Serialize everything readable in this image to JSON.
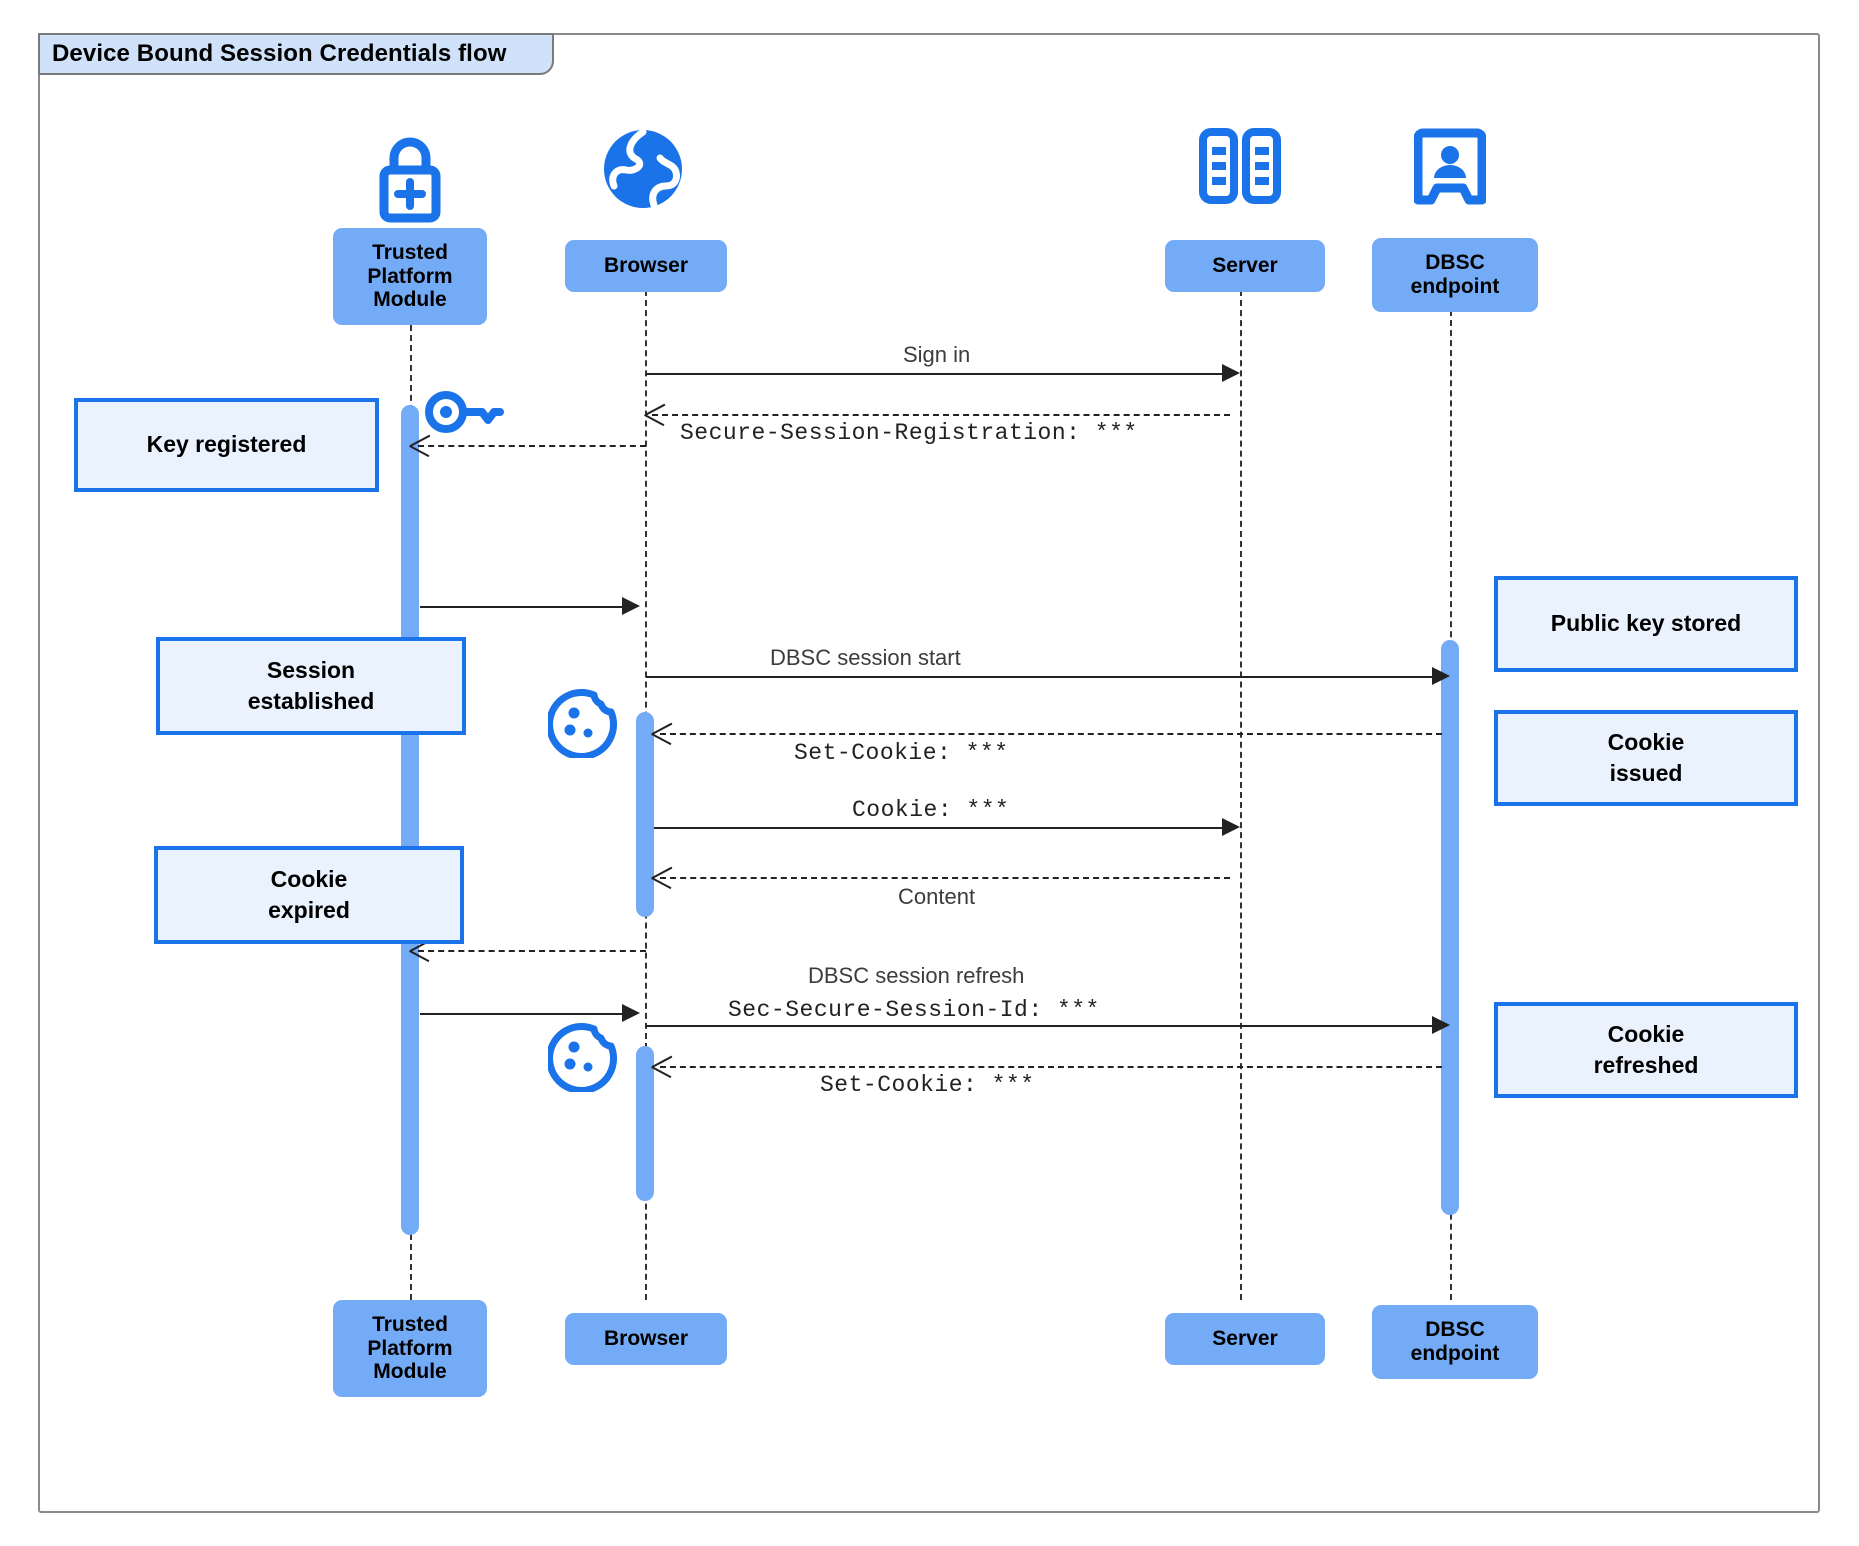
{
  "diagram": {
    "title": "Device Bound Session Credentials flow",
    "type": "uml-sequence-diagram",
    "colors": {
      "participant_fill": "#74abf7",
      "note_fill": "#eaf2fd",
      "note_border": "#1a73e8",
      "icon_blue": "#1a73e8",
      "title_tab_fill": "#cfe2fa",
      "frame_border": "#8a8a8a",
      "line": "#222222"
    }
  },
  "participants": [
    {
      "id": "tpm",
      "label": "Trusted\nPlatform\nModule",
      "label_top": "Trusted Platform Module",
      "icon": "padlock-plus-icon"
    },
    {
      "id": "browser",
      "label": "Browser",
      "label_top": "Browser",
      "icon": "globe-icon"
    },
    {
      "id": "server",
      "label": "Server",
      "label_top": "Server",
      "icon": "server-racks-icon"
    },
    {
      "id": "dbsc",
      "label": "DBSC\nendpoint",
      "label_top": "DBSC endpoint",
      "icon": "id-badge-icon"
    }
  ],
  "participant_labels": {
    "tpm_l1": "Trusted",
    "tpm_l2": "Platform",
    "tpm_l3": "Module",
    "browser": "Browser",
    "server": "Server",
    "dbsc_l1": "DBSC",
    "dbsc_l2": "endpoint"
  },
  "messages": [
    {
      "id": "m1",
      "from": "browser",
      "to": "server",
      "label": "Sign in",
      "style": "solid",
      "font": "sans"
    },
    {
      "id": "m2",
      "from": "server",
      "to": "browser",
      "label": "Secure-Session-Registration: ***",
      "style": "dashed",
      "font": "mono"
    },
    {
      "id": "m3",
      "from": "browser",
      "to": "tpm",
      "label": "",
      "style": "dashed",
      "font": "sans"
    },
    {
      "id": "m4",
      "from": "tpm",
      "to": "browser",
      "label": "",
      "style": "solid",
      "font": "sans"
    },
    {
      "id": "m5",
      "from": "browser",
      "to": "dbsc",
      "label": "DBSC session start",
      "style": "solid",
      "font": "sans"
    },
    {
      "id": "m6",
      "from": "dbsc",
      "to": "browser",
      "label": "Set-Cookie: ***",
      "style": "dashed",
      "font": "mono"
    },
    {
      "id": "m7",
      "from": "browser",
      "to": "server",
      "label": "Cookie: ***",
      "style": "solid",
      "font": "mono"
    },
    {
      "id": "m8",
      "from": "server",
      "to": "browser",
      "label": "Content",
      "style": "dashed",
      "font": "sans"
    },
    {
      "id": "m9",
      "from": "browser",
      "to": "tpm",
      "label": "",
      "style": "dashed",
      "font": "sans"
    },
    {
      "id": "m10",
      "from": "tpm",
      "to": "browser",
      "label": "",
      "style": "solid",
      "font": "sans"
    },
    {
      "id": "m11",
      "from": "browser",
      "to": "dbsc",
      "label_line1": "DBSC session refresh",
      "label_line2": "Sec-Secure-Session-Id: ***",
      "style": "solid",
      "font": "mixed"
    },
    {
      "id": "m12",
      "from": "dbsc",
      "to": "browser",
      "label": "Set-Cookie: ***",
      "style": "dashed",
      "font": "mono"
    }
  ],
  "message_labels": {
    "sign_in": "Sign in",
    "secure_session_registration": "Secure-Session-Registration: ***",
    "dbsc_session_start": "DBSC session start",
    "set_cookie_1": "Set-Cookie: ***",
    "cookie": "Cookie: ***",
    "content": "Content",
    "dbsc_session_refresh": "DBSC session refresh",
    "sec_secure_session_id": "Sec-Secure-Session-Id: ***",
    "set_cookie_2": "Set-Cookie: ***"
  },
  "notes": [
    {
      "id": "n1",
      "text": "Key registered",
      "line1": "Key registered",
      "line2": "",
      "side": "left"
    },
    {
      "id": "n2",
      "text": "Session established",
      "line1": "Session",
      "line2": "established",
      "side": "left"
    },
    {
      "id": "n3",
      "text": "Cookie expired",
      "line1": "Cookie",
      "line2": "expired",
      "side": "left"
    },
    {
      "id": "n4",
      "text": "Public key stored",
      "line1": "Public key stored",
      "line2": "",
      "side": "right"
    },
    {
      "id": "n5",
      "text": "Cookie issued",
      "line1": "Cookie",
      "line2": "issued",
      "side": "right"
    },
    {
      "id": "n6",
      "text": "Cookie refreshed",
      "line1": "Cookie",
      "line2": "refreshed",
      "side": "right"
    }
  ],
  "inline_icons": [
    {
      "id": "key",
      "name": "key-icon",
      "near": "tpm-activation-start"
    },
    {
      "id": "cookie1",
      "name": "cookie-icon",
      "near": "browser-set-cookie-1"
    },
    {
      "id": "cookie2",
      "name": "cookie-icon",
      "near": "browser-set-cookie-2"
    }
  ]
}
